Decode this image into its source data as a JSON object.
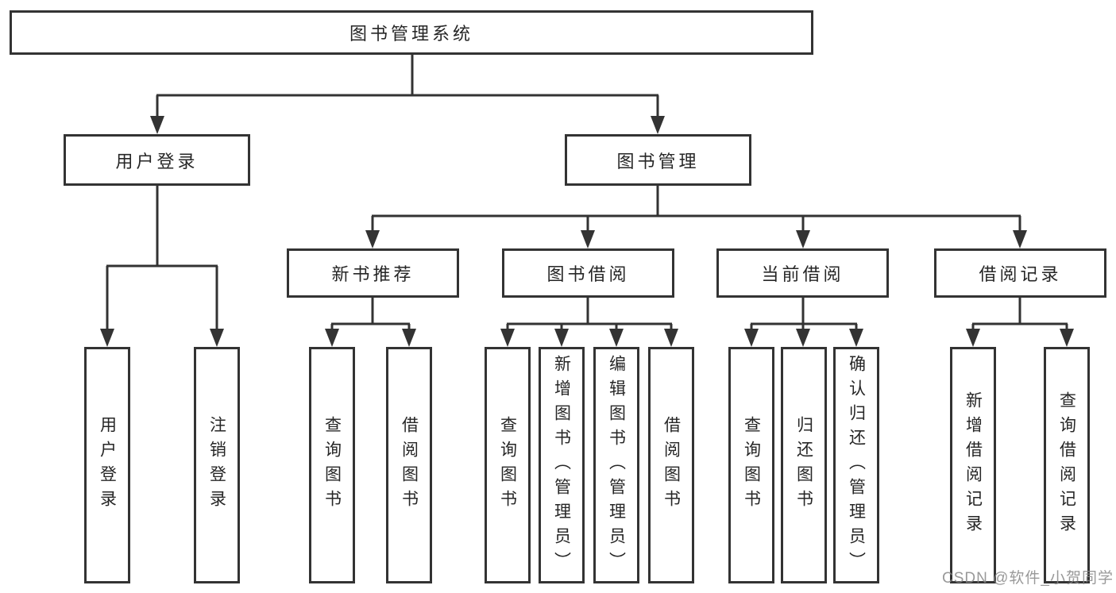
{
  "tree": {
    "root": "图书管理系统",
    "branches": [
      {
        "label": "用户登录",
        "children": [
          "用户登录",
          "注销登录"
        ]
      },
      {
        "label": "图书管理",
        "groups": [
          {
            "label": "新书推荐",
            "children": [
              "查询图书",
              "借阅图书"
            ]
          },
          {
            "label": "图书借阅",
            "children": [
              "查询图书",
              "新增图书（管理员）",
              "编辑图书（管理员）",
              "借阅图书"
            ]
          },
          {
            "label": "当前借阅",
            "children": [
              "查询图书",
              "归还图书",
              "确认归还（管理员）"
            ]
          },
          {
            "label": "借阅记录",
            "children": [
              "新增借阅记录",
              "查询借阅记录"
            ]
          }
        ]
      }
    ]
  },
  "watermark": "CSDN @软件_小贺同学",
  "palette": {
    "line": "#333333",
    "text": "#262626",
    "watermark": "#878787",
    "background": "#ffffff"
  }
}
